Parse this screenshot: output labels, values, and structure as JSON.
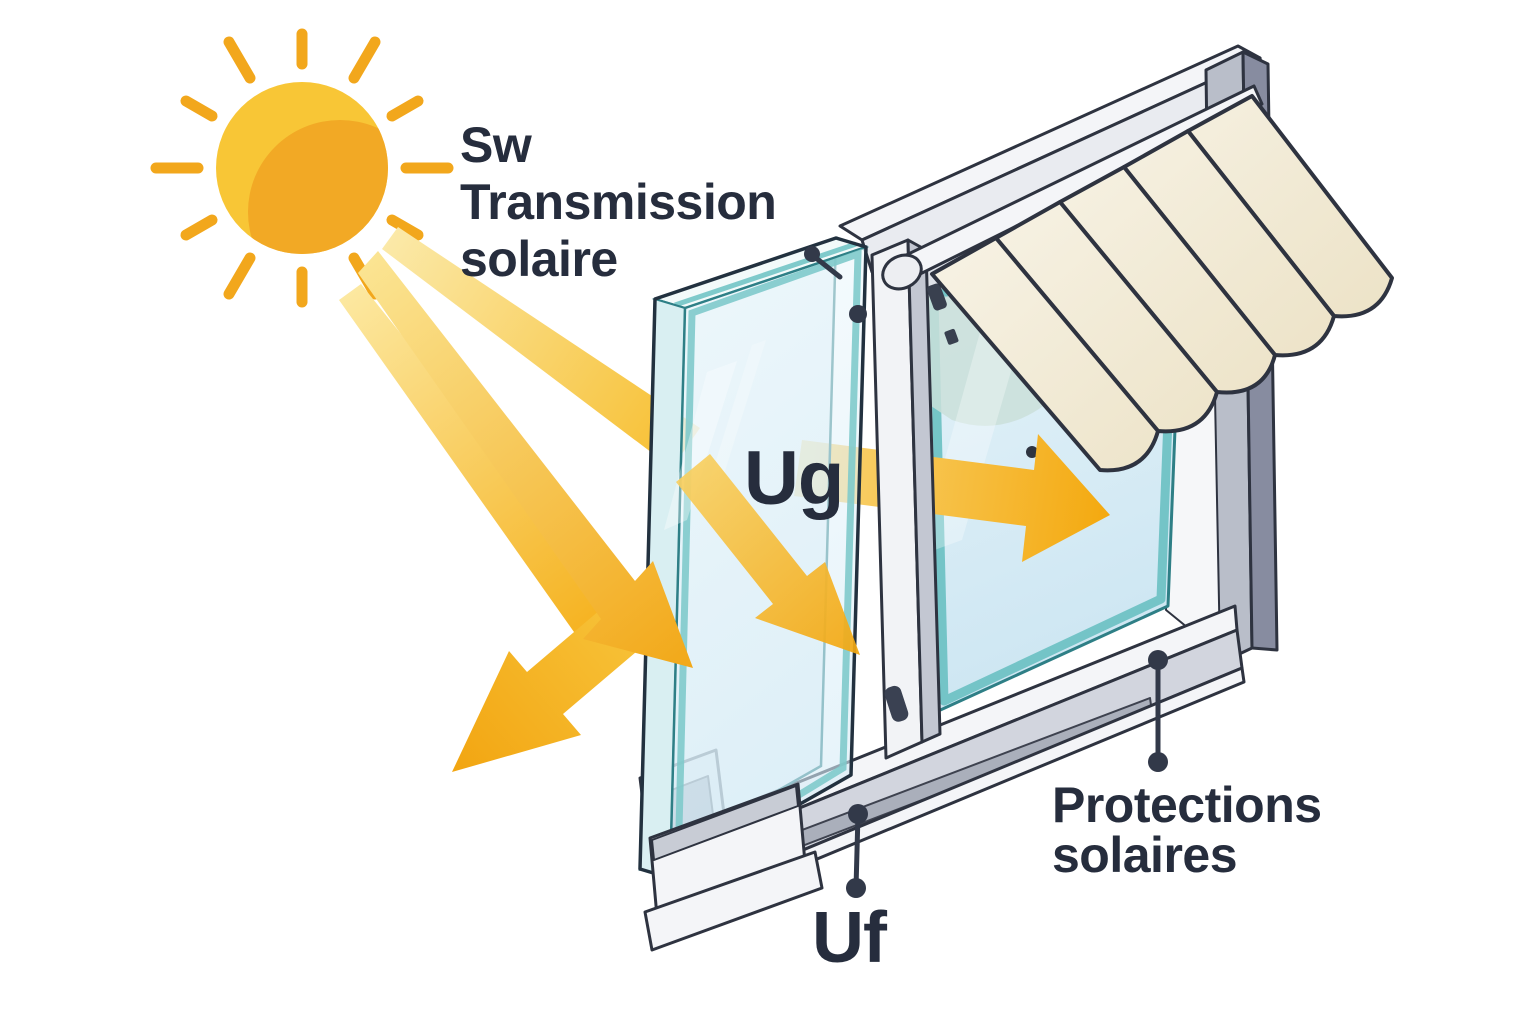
{
  "diagram": {
    "subject": "window-solar-heat-transmission-illustration",
    "sun_label_lines": [
      "Sw",
      "Transmission",
      "solaire"
    ],
    "glazing_label": "Ug",
    "frame_label": "Uf",
    "protection_label_lines": [
      "Protections",
      "solaires"
    ],
    "colors": {
      "text": "#262D3D",
      "sun_core": "#F8C636",
      "sun_shade": "#F1A524",
      "ray": "#F2A71C",
      "beam_light": "#FBE9A8",
      "beam_dark": "#F4A90F",
      "glass_light": "#EAF6FB",
      "glass_deep": "#CDE6F2",
      "glass_edge_teal": "#6FC2C4",
      "glass_edge_dark": "#2E7F86",
      "frame_white": "#F4F5F8",
      "frame_gray": "#C3C7D2",
      "frame_side": "#878CA0",
      "outline": "#2E3340",
      "awning_cream": "#F4EEDC",
      "background": "#FFFFFF"
    }
  }
}
